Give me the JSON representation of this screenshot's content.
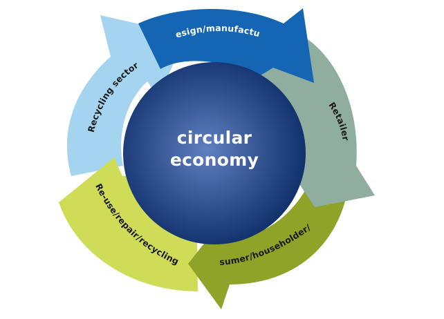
{
  "center": {
    "line1": "circular",
    "line2": "economy"
  },
  "segments": [
    {
      "label": "Design/manufacture",
      "color": "#1565B5",
      "text_color": "#ffffff"
    },
    {
      "label": "Retailer",
      "color": "#8FAE9F",
      "text_color": "#1a1a1a"
    },
    {
      "label": "Consumer/householder/LAs",
      "color": "#8EA327",
      "text_color": "#1a1a1a"
    },
    {
      "label": "Re-use/repair/recycling",
      "color": "#CFDC58",
      "text_color": "#1a1a1a"
    },
    {
      "label": "Recycling sector",
      "color": "#A4D4EF",
      "text_color": "#1a1a1a"
    }
  ],
  "colors": {
    "center_inner": "#5F7FBF",
    "center_outer": "#0E2F6A",
    "background": "#ffffff"
  }
}
